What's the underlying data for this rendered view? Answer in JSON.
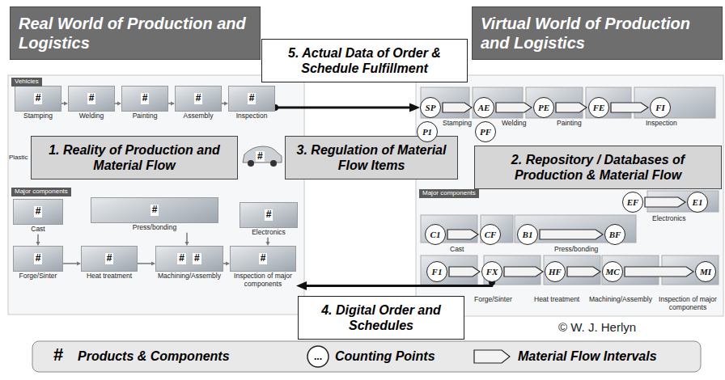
{
  "diagram": {
    "nodes": [
      {
        "text": [
          "Real World of Production and Logistics"
        ]
      },
      {
        "text": [
          "Virtual World of Production and Logistics"
        ]
      },
      {
        "text": [
          "5. Actual Data of Order & Schedule Fulfillment"
        ]
      },
      {
        "text": [
          "#",
          "Stamping"
        ]
      },
      {
        "text": [
          "#",
          "Welding"
        ]
      },
      {
        "text": [
          "#",
          "Painting"
        ]
      },
      {
        "text": [
          "#",
          "Assembly"
        ]
      },
      {
        "text": [
          "#",
          "Inspection"
        ]
      },
      {
        "text": [
          "1. Reality of Production and Material Flow"
        ]
      },
      {
        "text": [
          "3. Regulation of Material Flow Items"
        ]
      },
      {
        "text": [
          "SP"
        ]
      },
      {
        "text": [
          "AE"
        ]
      },
      {
        "text": [
          "PE"
        ]
      },
      {
        "text": [
          "FE"
        ]
      },
      {
        "text": [
          "FI"
        ]
      },
      {
        "text": [
          "P1"
        ]
      },
      {
        "text": [
          "PF"
        ]
      },
      {
        "text": [
          "2. Repository / Databases of Production & Material Flow"
        ]
      },
      {
        "text": [
          "EF"
        ]
      },
      {
        "text": [
          "E1"
        ]
      },
      {
        "text": [
          "#",
          "Cast"
        ]
      },
      {
        "text": [
          "#",
          "Press/bonding"
        ]
      },
      {
        "text": [
          "#",
          "Electronics"
        ]
      },
      {
        "text": [
          "#",
          "Forge/Sinter"
        ]
      },
      {
        "text": [
          "#",
          "Heat treatment"
        ]
      },
      {
        "text": [
          "#",
          "#",
          "Machining/Assembly"
        ]
      },
      {
        "text": [
          "#",
          "Inspection of major components"
        ]
      },
      {
        "text": [
          "C1"
        ]
      },
      {
        "text": [
          "CF"
        ]
      },
      {
        "text": [
          "B1"
        ]
      },
      {
        "text": [
          "BF"
        ]
      },
      {
        "text": [
          "F1"
        ]
      },
      {
        "text": [
          "FX"
        ]
      },
      {
        "text": [
          "HF"
        ]
      },
      {
        "text": [
          "MC"
        ]
      },
      {
        "text": [
          "MI"
        ]
      },
      {
        "text": [
          "4. Digital Order and Schedules"
        ]
      }
    ],
    "edges": [
      {
        "from": 7,
        "to": 10,
        "arrow": "to"
      },
      {
        "from": 32,
        "to": 26,
        "arrow": "to"
      },
      {
        "from": 3,
        "to": 4,
        "arrow": "to"
      },
      {
        "from": 4,
        "to": 5,
        "arrow": "to"
      },
      {
        "from": 5,
        "to": 6,
        "arrow": "to"
      },
      {
        "from": 6,
        "to": 7,
        "arrow": "to"
      },
      {
        "from": 20,
        "to": 23,
        "arrow": "to"
      },
      {
        "from": 23,
        "to": 24,
        "arrow": "to"
      },
      {
        "from": 24,
        "to": 25,
        "arrow": "to"
      },
      {
        "from": 25,
        "to": 26,
        "arrow": "to"
      },
      {
        "from": 22,
        "to": 26,
        "arrow": "to"
      },
      {
        "from": 21,
        "to": 25,
        "arrow": "to"
      },
      {
        "from": 10,
        "to": 11,
        "arrow": "to"
      },
      {
        "from": 11,
        "to": 12,
        "arrow": "to"
      },
      {
        "from": 12,
        "to": 13,
        "arrow": "to"
      },
      {
        "from": 13,
        "to": 14,
        "arrow": "to"
      },
      {
        "from": 27,
        "to": 28,
        "arrow": "to"
      },
      {
        "from": 29,
        "to": 30,
        "arrow": "to"
      },
      {
        "from": 31,
        "to": 32,
        "arrow": "to"
      },
      {
        "from": 32,
        "to": 33,
        "arrow": "to"
      },
      {
        "from": 33,
        "to": 34,
        "arrow": "to"
      },
      {
        "from": 34,
        "to": 35,
        "arrow": "to"
      },
      {
        "from": 18,
        "to": 19,
        "arrow": "to"
      }
    ],
    "labels": [
      "Vehicles",
      "Plastic",
      "#",
      "Major components",
      "Stamping",
      "Welding",
      "Painting",
      "Inspection",
      "Major components",
      "Electronics",
      "Cast",
      "Press/bonding",
      "Forge/Sinter",
      "Heat treatment",
      "Machining/Assembly",
      "Inspection of major components",
      "© W. J. Herlyn",
      "#",
      "..."
    ],
    "legend": [
      {
        "text": "Products & Components"
      },
      {
        "text": "Counting Points"
      },
      {
        "text": "Material Flow Intervals"
      }
    ]
  }
}
